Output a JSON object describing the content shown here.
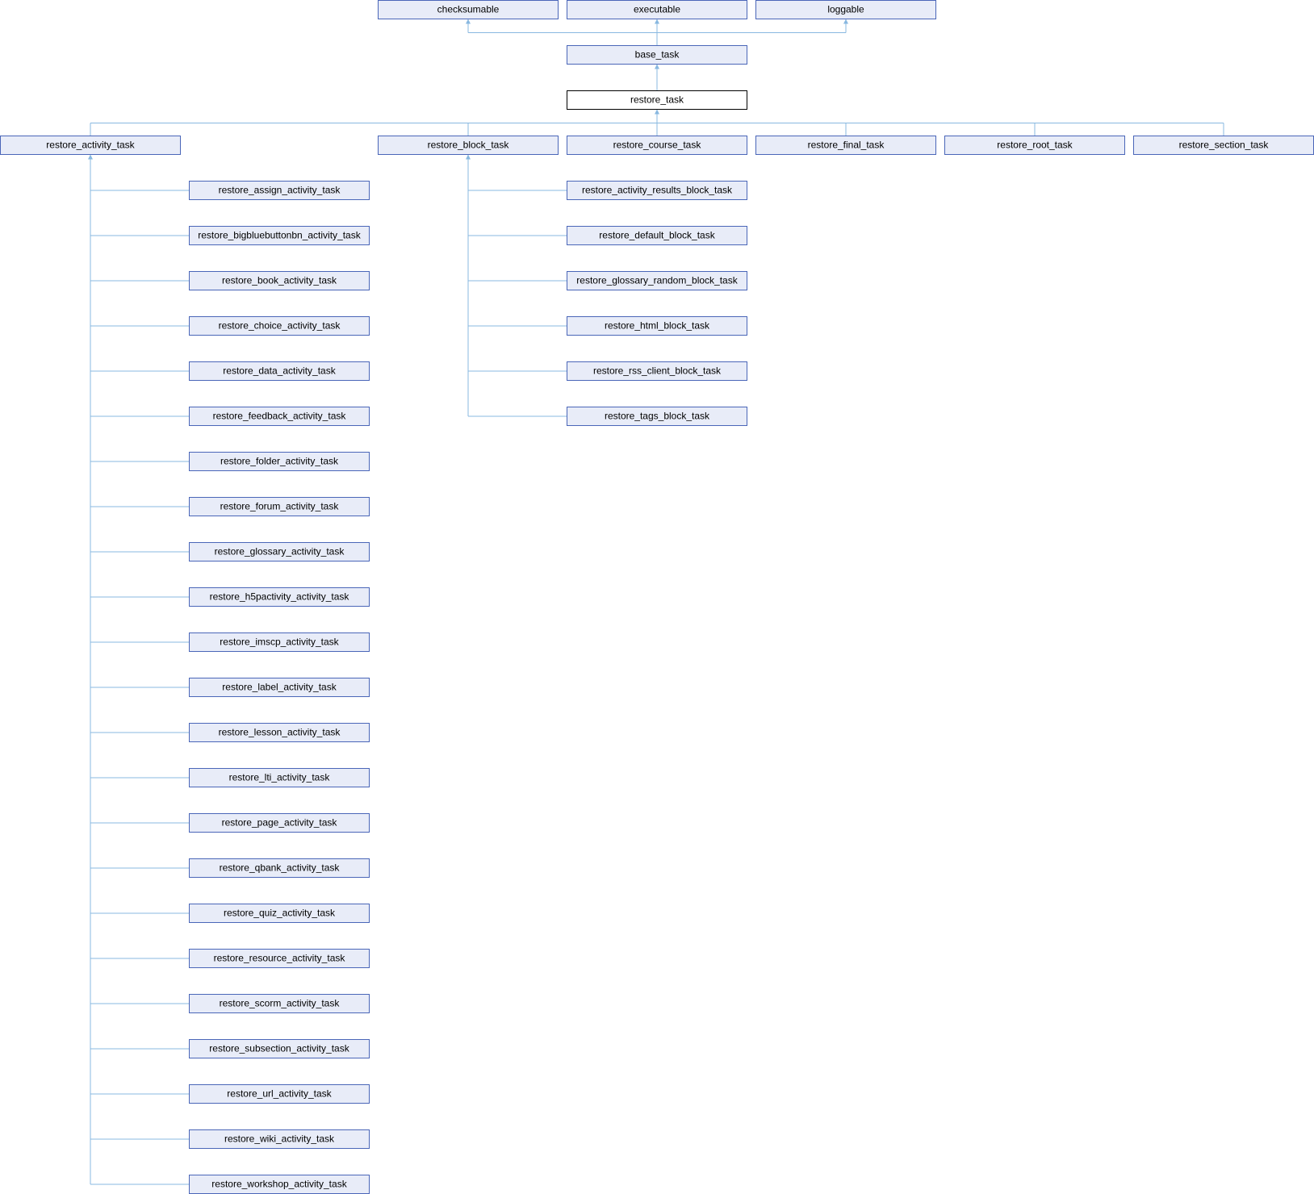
{
  "diagram": {
    "type": "inheritance-graph",
    "current_class": "restore_task",
    "colors": {
      "node_fill": "#e8ecf8",
      "node_border": "#4a66b8",
      "current_fill": "#ffffff",
      "current_border": "#000000",
      "edge": "#88b8e0"
    },
    "interfaces": [
      "checksumable",
      "executable",
      "loggable"
    ],
    "base_class": "base_task",
    "current": "restore_task",
    "children": [
      "restore_activity_task",
      "restore_block_task",
      "restore_course_task",
      "restore_final_task",
      "restore_root_task",
      "restore_section_task"
    ],
    "activity_tasks": [
      "restore_assign_activity_task",
      "restore_bigbluebuttonbn_activity_task",
      "restore_book_activity_task",
      "restore_choice_activity_task",
      "restore_data_activity_task",
      "restore_feedback_activity_task",
      "restore_folder_activity_task",
      "restore_forum_activity_task",
      "restore_glossary_activity_task",
      "restore_h5pactivity_activity_task",
      "restore_imscp_activity_task",
      "restore_label_activity_task",
      "restore_lesson_activity_task",
      "restore_lti_activity_task",
      "restore_page_activity_task",
      "restore_qbank_activity_task",
      "restore_quiz_activity_task",
      "restore_resource_activity_task",
      "restore_scorm_activity_task",
      "restore_subsection_activity_task",
      "restore_url_activity_task",
      "restore_wiki_activity_task",
      "restore_workshop_activity_task"
    ],
    "block_tasks": [
      "restore_activity_results_block_task",
      "restore_default_block_task",
      "restore_glossary_random_block_task",
      "restore_html_block_task",
      "restore_rss_client_block_task",
      "restore_tags_block_task"
    ]
  }
}
